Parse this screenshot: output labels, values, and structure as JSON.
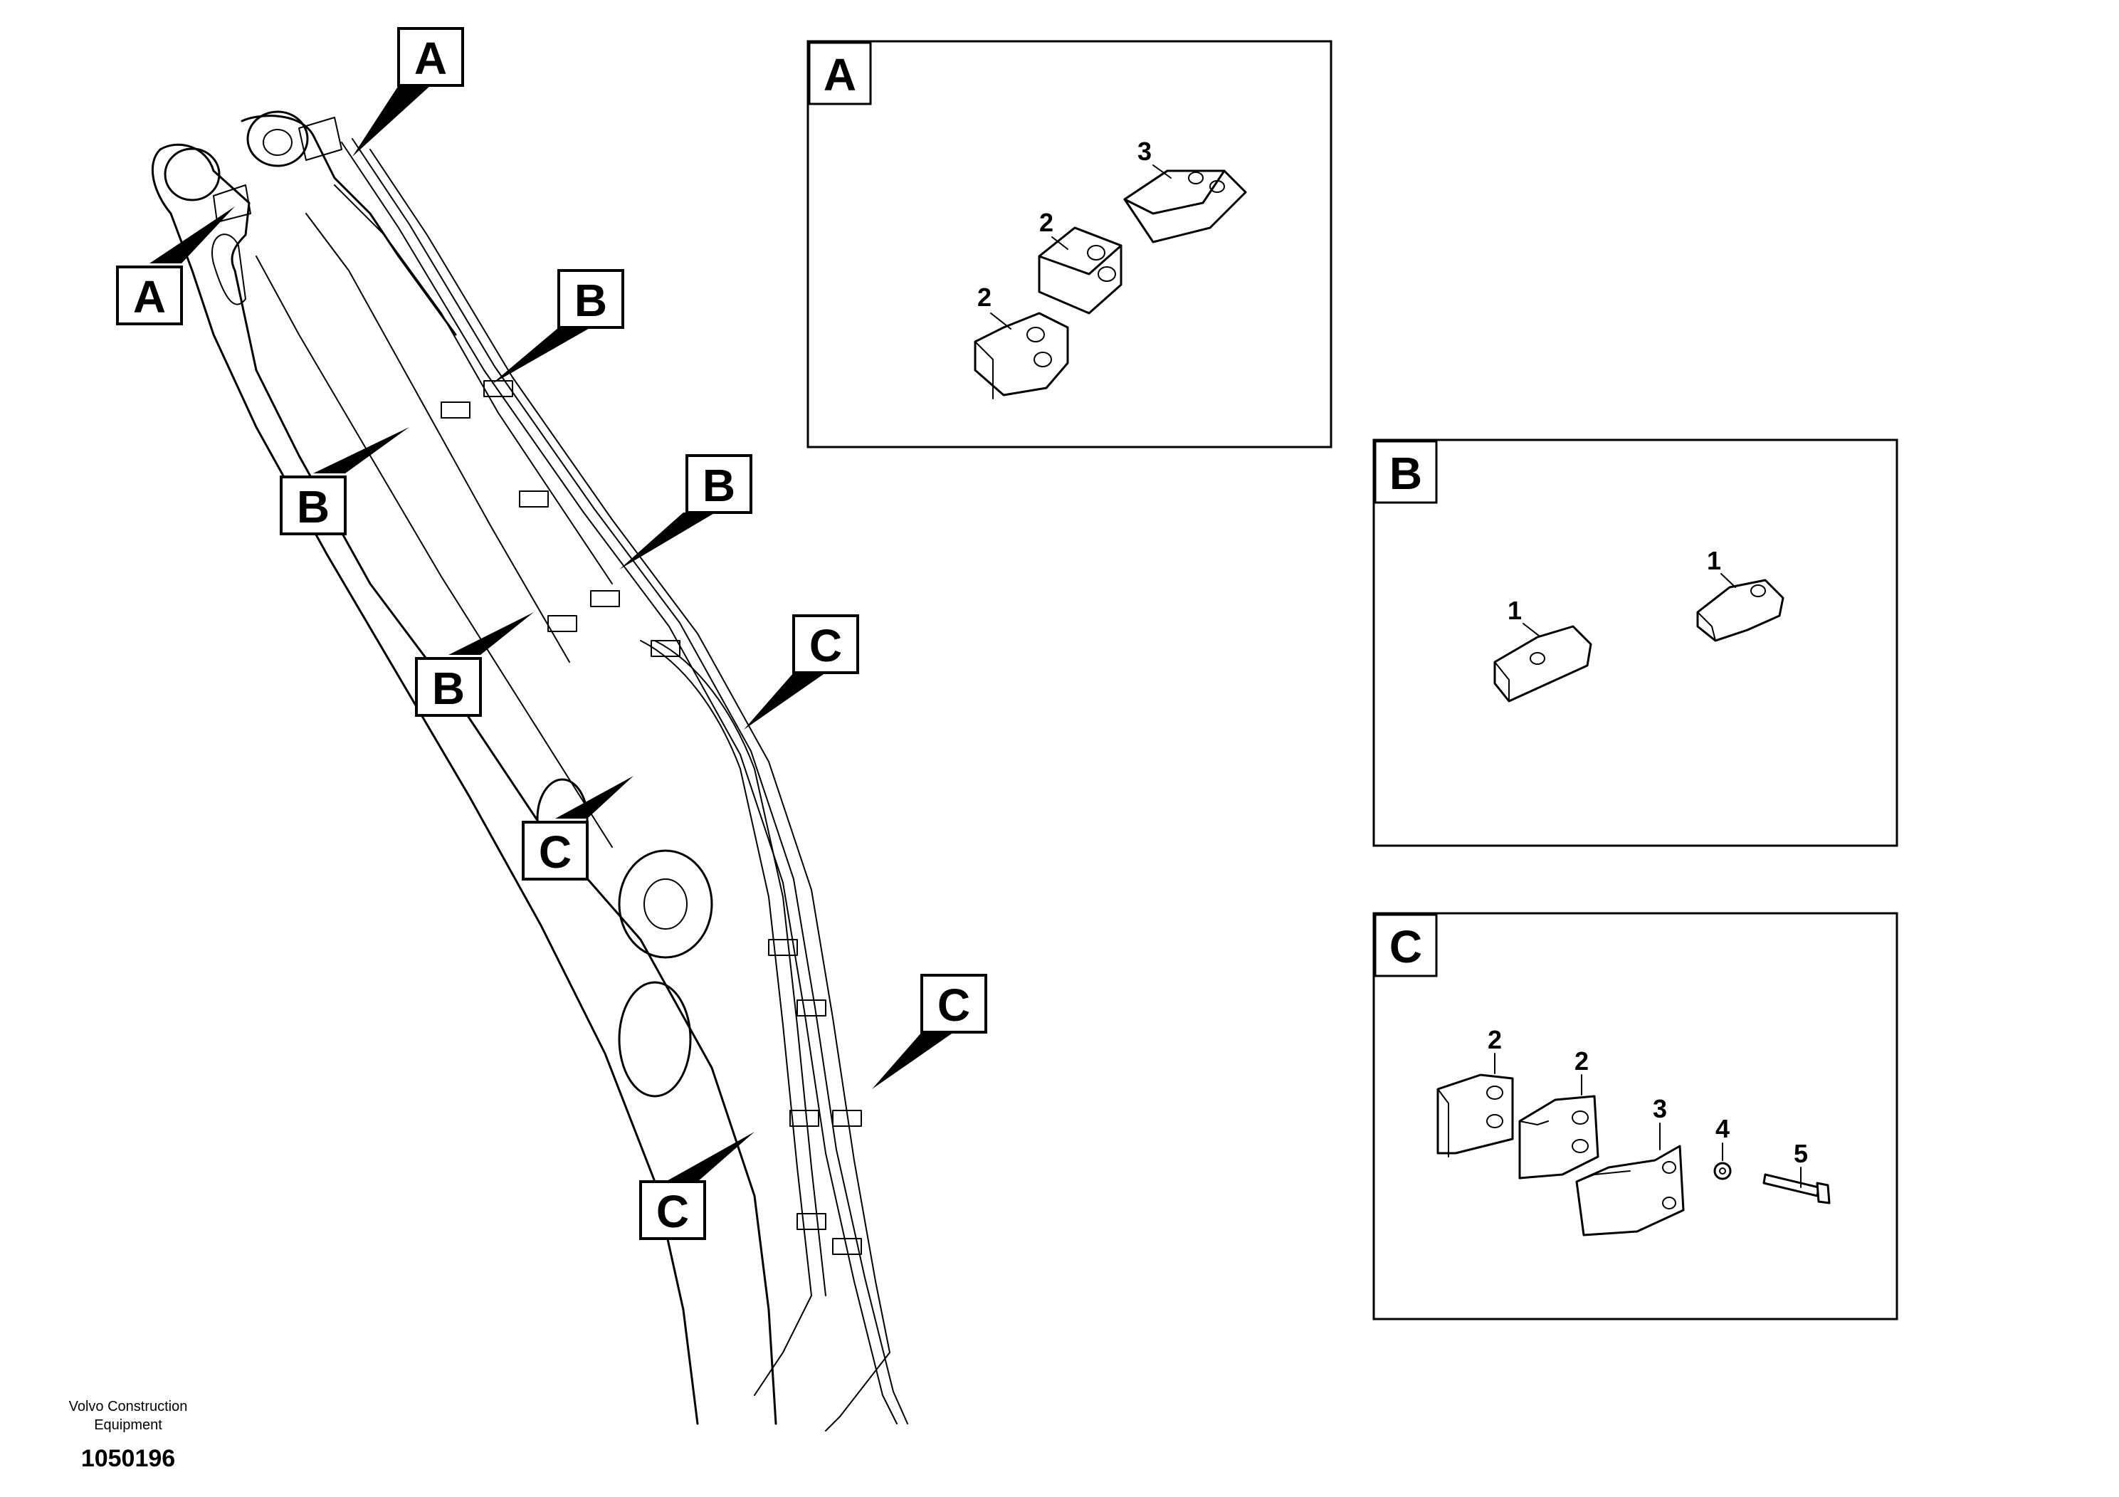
{
  "callouts": [
    {
      "label": "A"
    },
    {
      "label": "A"
    },
    {
      "label": "B"
    },
    {
      "label": "B"
    },
    {
      "label": "B"
    },
    {
      "label": "B"
    },
    {
      "label": "C"
    },
    {
      "label": "C"
    },
    {
      "label": "C"
    },
    {
      "label": "C"
    }
  ],
  "panels": [
    {
      "title": "A",
      "parts": [
        "3",
        "2",
        "2"
      ]
    },
    {
      "title": "B",
      "parts": [
        "1",
        "1"
      ]
    },
    {
      "title": "C",
      "parts": [
        "2",
        "2",
        "3",
        "4",
        "5"
      ]
    }
  ],
  "footer": {
    "company": "Volvo Construction Equipment",
    "drawing_number": "1050196"
  }
}
